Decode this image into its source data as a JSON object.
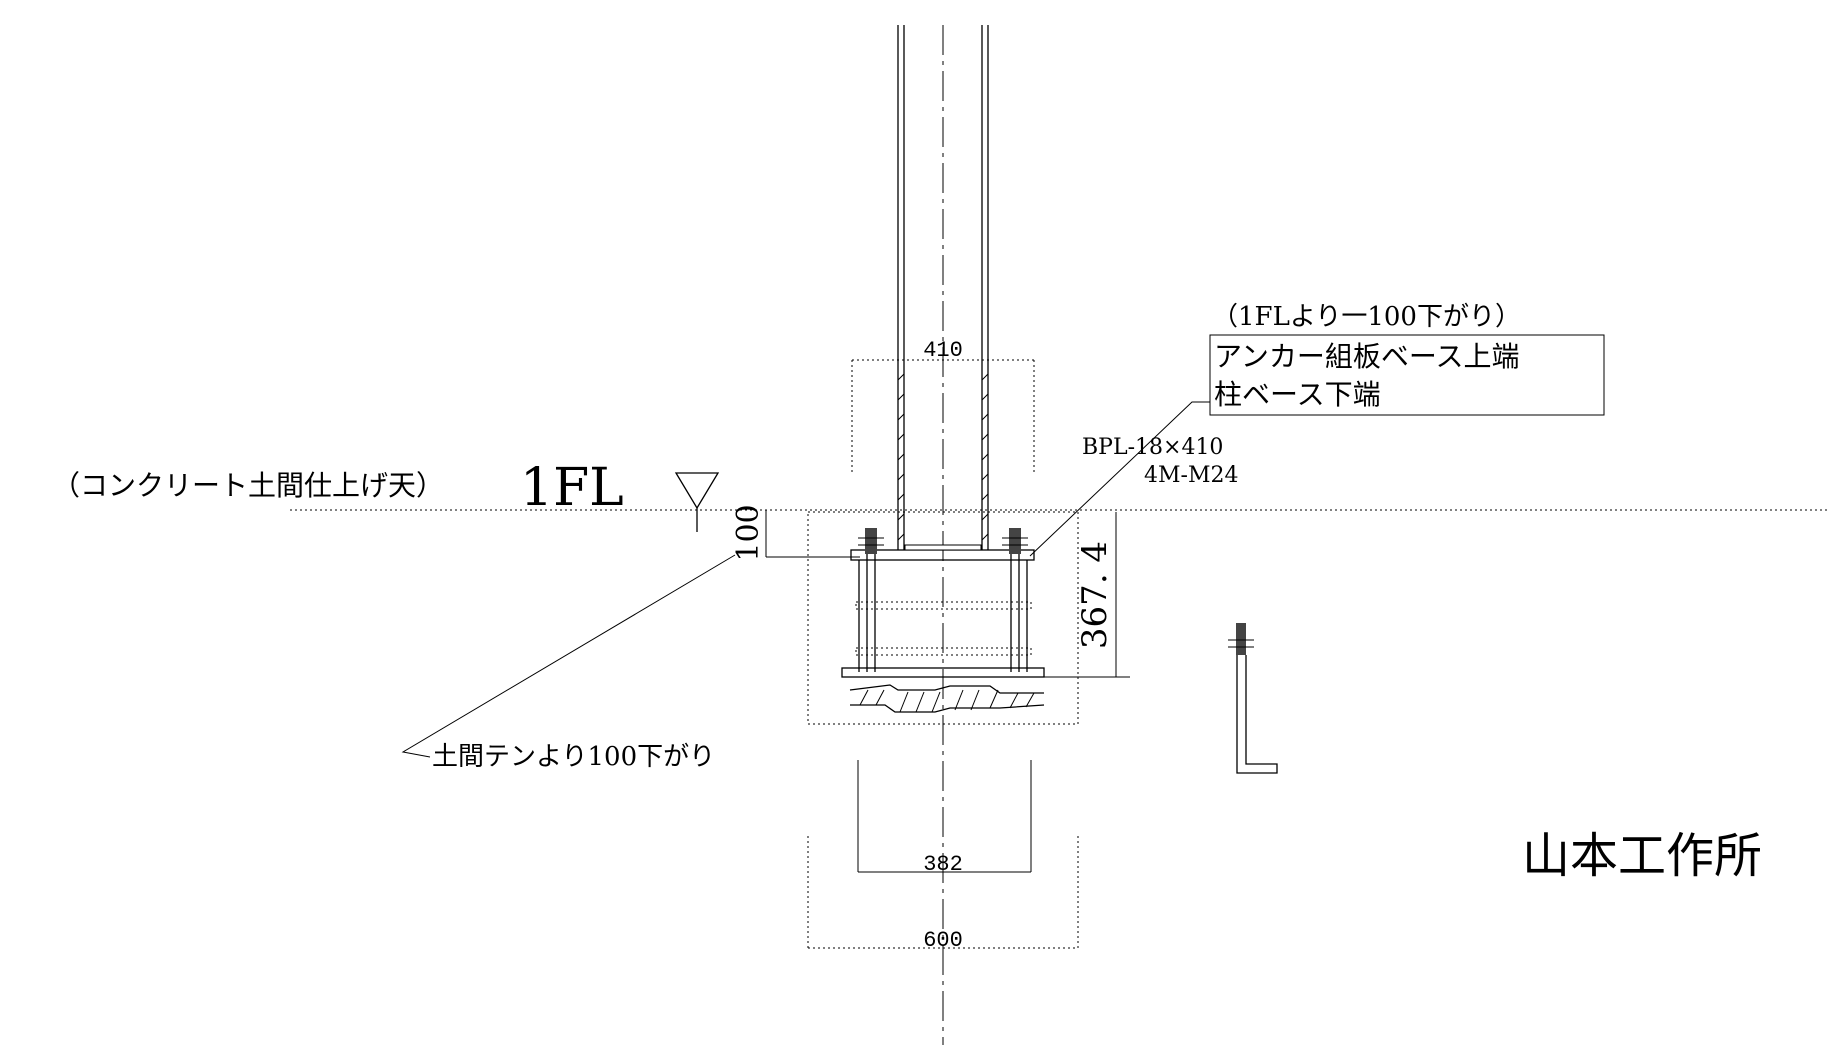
{
  "annotations": {
    "floor_note": "（コンクリート土間仕上げ天）",
    "floor_level": "1FL",
    "slab_note": "土間テンより100下がり",
    "callout_level": "（1FLより一100下がり）",
    "callout_line1": "アンカー組板ベース上端",
    "callout_line2": "柱ベース下端",
    "plate_spec": "BPL-18×410",
    "bolt_spec": "4M-M24",
    "company": "山本工作所"
  },
  "dimensions": {
    "base_width_top": "410",
    "pier_inner_width": "382",
    "pier_outer_width": "600",
    "depth_offset": "100",
    "anchor_height": "367. 4"
  }
}
